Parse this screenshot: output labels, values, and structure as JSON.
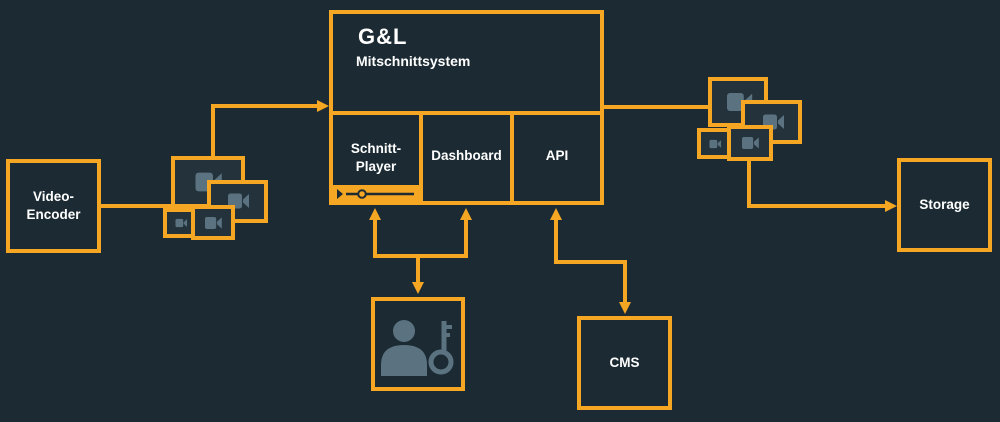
{
  "colors": {
    "background": "#1c2b33",
    "accent": "#f5a623",
    "text": "#ffffff",
    "icon_fill": "#5b7280",
    "tile_fill": "#23323b"
  },
  "system": {
    "logo": "G&L",
    "title": "Mitschnittsystem"
  },
  "modules": {
    "player_line1": "Schnitt-",
    "player_line2": "Player",
    "dashboard": "Dashboard",
    "api": "API"
  },
  "nodes": {
    "encoder_line1": "Video-",
    "encoder_line2": "Encoder",
    "storage": "Storage",
    "cms": "CMS"
  },
  "icons": {
    "video_stack_left": "video-camera-icon",
    "video_stack_right": "video-camera-icon",
    "user_key": "user-key-icon",
    "player_scrubber": "timeline-scrubber-icon"
  }
}
